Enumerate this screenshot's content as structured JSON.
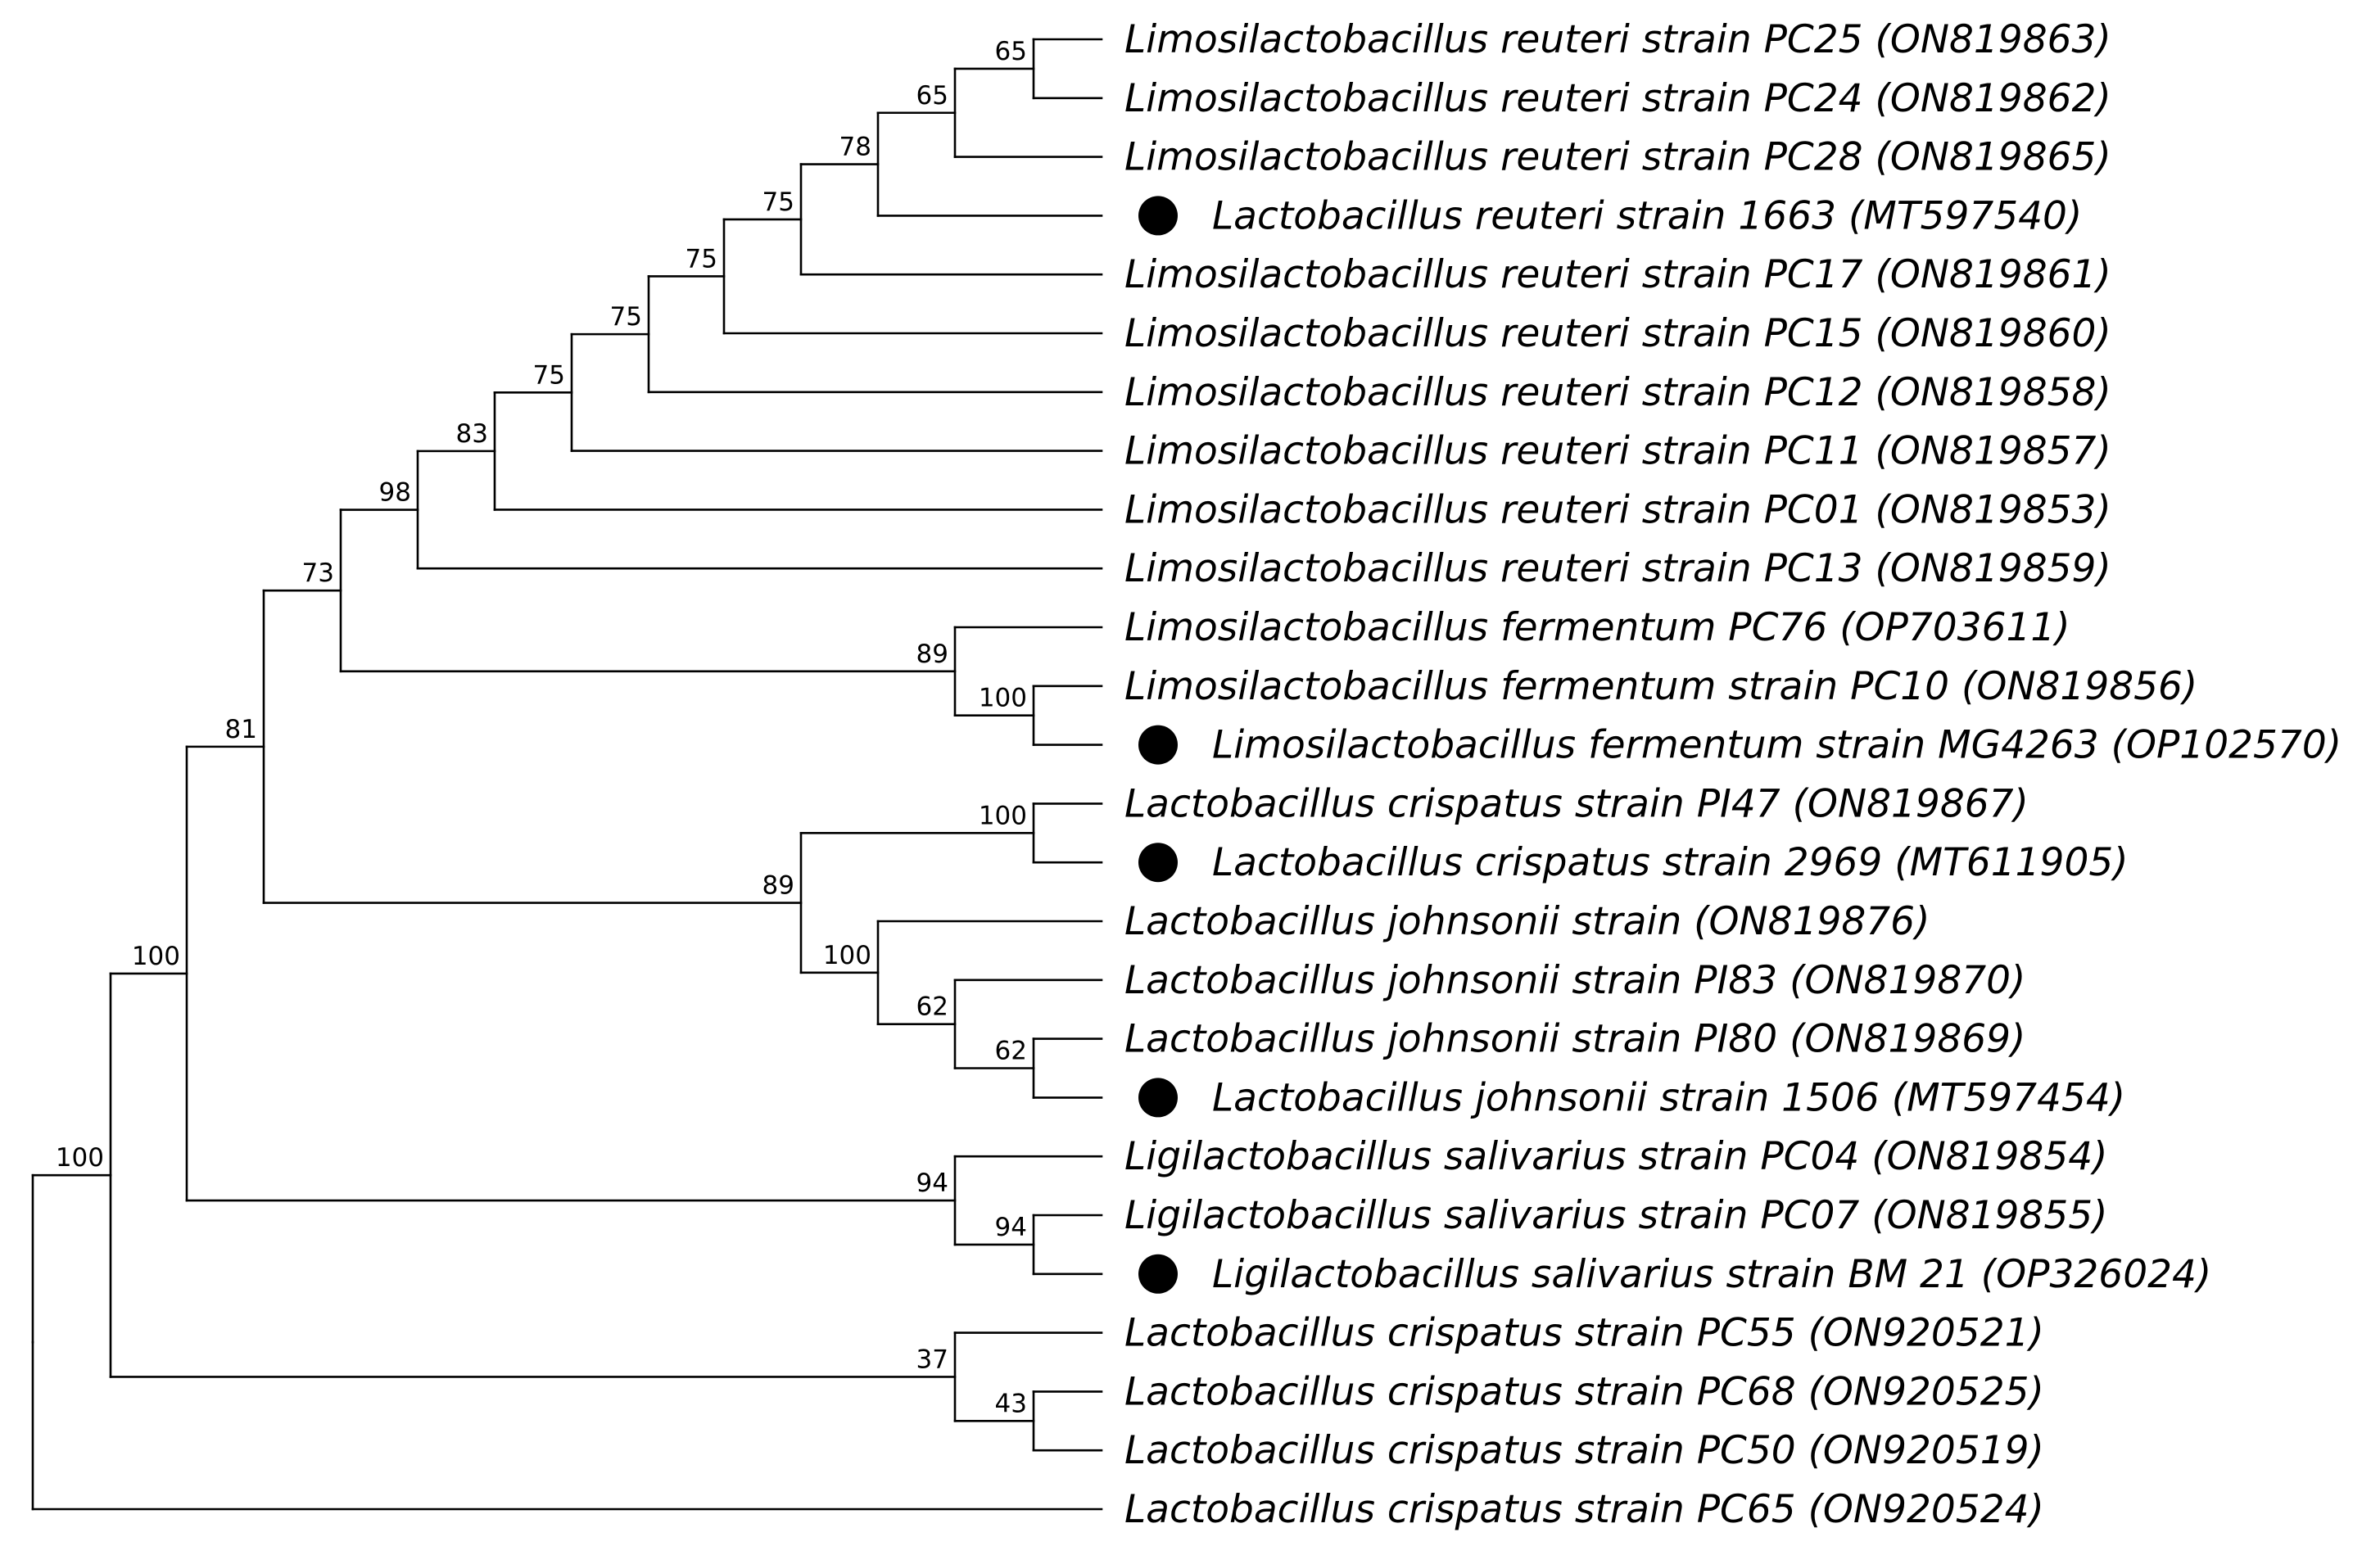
{
  "diagram": {
    "type": "phylogenetic-tree",
    "line_color": "#000000",
    "marker_color": "#000000",
    "marker_shape": "filled-circle",
    "taxa": [
      {
        "id": "t1",
        "label": "Limosilactobacillus reuteri strain PC25 (ON819863)",
        "marked": false
      },
      {
        "id": "t2",
        "label": "Limosilactobacillus reuteri strain PC24 (ON819862)",
        "marked": false
      },
      {
        "id": "t3",
        "label": "Limosilactobacillus reuteri strain PC28 (ON819865)",
        "marked": false
      },
      {
        "id": "t4",
        "label": "Lactobacillus reuteri strain 1663 (MT597540)",
        "marked": true
      },
      {
        "id": "t5",
        "label": "Limosilactobacillus reuteri strain PC17 (ON819861)",
        "marked": false
      },
      {
        "id": "t6",
        "label": "Limosilactobacillus reuteri strain PC15 (ON819860)",
        "marked": false
      },
      {
        "id": "t7",
        "label": "Limosilactobacillus reuteri strain PC12 (ON819858)",
        "marked": false
      },
      {
        "id": "t8",
        "label": "Limosilactobacillus reuteri strain PC11 (ON819857)",
        "marked": false
      },
      {
        "id": "t9",
        "label": "Limosilactobacillus reuteri strain PC01 (ON819853)",
        "marked": false
      },
      {
        "id": "t10",
        "label": "Limosilactobacillus reuteri strain PC13 (ON819859)",
        "marked": false
      },
      {
        "id": "t11",
        "label": "Limosilactobacillus fermentum PC76 (OP703611)",
        "marked": false
      },
      {
        "id": "t12",
        "label": "Limosilactobacillus fermentum strain PC10 (ON819856)",
        "marked": false
      },
      {
        "id": "t13",
        "label": "Limosilactobacillus fermentum strain MG4263 (OP102570)",
        "marked": true
      },
      {
        "id": "t14",
        "label": "Lactobacillus crispatus strain PI47 (ON819867)",
        "marked": false
      },
      {
        "id": "t15",
        "label": "Lactobacillus crispatus strain 2969 (MT611905)",
        "marked": true
      },
      {
        "id": "t16",
        "label": "Lactobacillus johnsonii strain  (ON819876)",
        "marked": false
      },
      {
        "id": "t17",
        "label": "Lactobacillus johnsonii strain PI83 (ON819870)",
        "marked": false
      },
      {
        "id": "t18",
        "label": "Lactobacillus johnsonii strain PI80 (ON819869)",
        "marked": false
      },
      {
        "id": "t19",
        "label": "Lactobacillus johnsonii strain 1506 (MT597454)",
        "marked": true
      },
      {
        "id": "t20",
        "label": "Ligilactobacillus salivarius strain PC04 (ON819854)",
        "marked": false
      },
      {
        "id": "t21",
        "label": "Ligilactobacillus salivarius strain PC07 (ON819855)",
        "marked": false
      },
      {
        "id": "t22",
        "label": "Ligilactobacillus salivarius strain BM 21 (OP326024)",
        "marked": true
      },
      {
        "id": "t23",
        "label": "Lactobacillus crispatus strain PC55 (ON920521)",
        "marked": false
      },
      {
        "id": "t24",
        "label": "Lactobacillus crispatus strain PC68 (ON920525)",
        "marked": false
      },
      {
        "id": "t25",
        "label": "Lactobacillus crispatus strain PC50 (ON920519)",
        "marked": false
      },
      {
        "id": "t26",
        "label": "Lactobacillus crispatus strain PC65 (ON920524)",
        "marked": false
      }
    ],
    "nodes": [
      {
        "id": "n65a",
        "support": "65",
        "children": [
          "t1",
          "t2"
        ]
      },
      {
        "id": "n65b",
        "support": "65",
        "children": [
          "n65a",
          "t3"
        ]
      },
      {
        "id": "n78",
        "support": "78",
        "children": [
          "n65b",
          "t4"
        ]
      },
      {
        "id": "n75a",
        "support": "75",
        "children": [
          "n78",
          "t5"
        ]
      },
      {
        "id": "n75b",
        "support": "75",
        "children": [
          "n75a",
          "t6"
        ]
      },
      {
        "id": "n75c",
        "support": "75",
        "children": [
          "n75b",
          "t7"
        ]
      },
      {
        "id": "n75d",
        "support": "75",
        "children": [
          "n75c",
          "t8"
        ]
      },
      {
        "id": "n83",
        "support": "83",
        "children": [
          "n75d",
          "t9"
        ]
      },
      {
        "id": "n98",
        "support": "98",
        "children": [
          "n83",
          "t10"
        ]
      },
      {
        "id": "n100f",
        "support": "100",
        "children": [
          "t12",
          "t13"
        ]
      },
      {
        "id": "n89f",
        "support": "89",
        "children": [
          "t11",
          "n100f"
        ]
      },
      {
        "id": "n73",
        "support": "73",
        "children": [
          "n98",
          "n89f"
        ]
      },
      {
        "id": "n100c",
        "support": "100",
        "children": [
          "t14",
          "t15"
        ]
      },
      {
        "id": "n62a",
        "support": "62",
        "children": [
          "t18",
          "t19"
        ]
      },
      {
        "id": "n62b",
        "support": "62",
        "children": [
          "t17",
          "n62a"
        ]
      },
      {
        "id": "n100j",
        "support": "100",
        "children": [
          "t16",
          "n62b"
        ]
      },
      {
        "id": "n89c",
        "support": "89",
        "children": [
          "n100c",
          "n100j"
        ]
      },
      {
        "id": "n81",
        "support": "81",
        "children": [
          "n73",
          "n89c"
        ]
      },
      {
        "id": "n94a",
        "support": "94",
        "children": [
          "t21",
          "t22"
        ]
      },
      {
        "id": "n94b",
        "support": "94",
        "children": [
          "t20",
          "n94a"
        ]
      },
      {
        "id": "n100r",
        "support": "100",
        "children": [
          "n81",
          "n94b"
        ]
      },
      {
        "id": "n43",
        "support": "43",
        "children": [
          "t24",
          "t25"
        ]
      },
      {
        "id": "n37",
        "support": "37",
        "children": [
          "t23",
          "n43"
        ]
      },
      {
        "id": "n100o",
        "support": "100",
        "children": [
          "n100r",
          "n37"
        ]
      },
      {
        "id": "root",
        "support": "",
        "children": [
          "n100o",
          "t26"
        ]
      }
    ]
  }
}
